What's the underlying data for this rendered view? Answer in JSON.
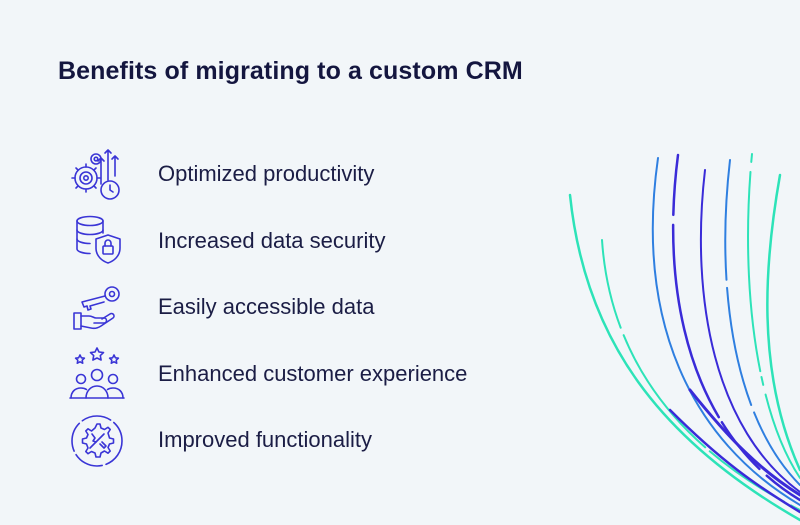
{
  "heading": "Benefits of migrating to a custom CRM",
  "benefits": [
    {
      "label": "Optimized productivity",
      "icon": "gears-growth-clock-icon"
    },
    {
      "label": "Increased data security",
      "icon": "database-shield-lock-icon"
    },
    {
      "label": "Easily accessible data",
      "icon": "hand-key-icon"
    },
    {
      "label": "Enhanced customer experience",
      "icon": "customers-stars-icon"
    },
    {
      "label": "Improved functionality",
      "icon": "gear-wrench-icon"
    }
  ],
  "colors": {
    "background": "#f2f6f9",
    "text": "#1b1d45",
    "icon": "#3a35d6",
    "accent_teal": "#2de3b8",
    "accent_blue": "#2f7fe0",
    "accent_indigo": "#3a2bd8"
  }
}
